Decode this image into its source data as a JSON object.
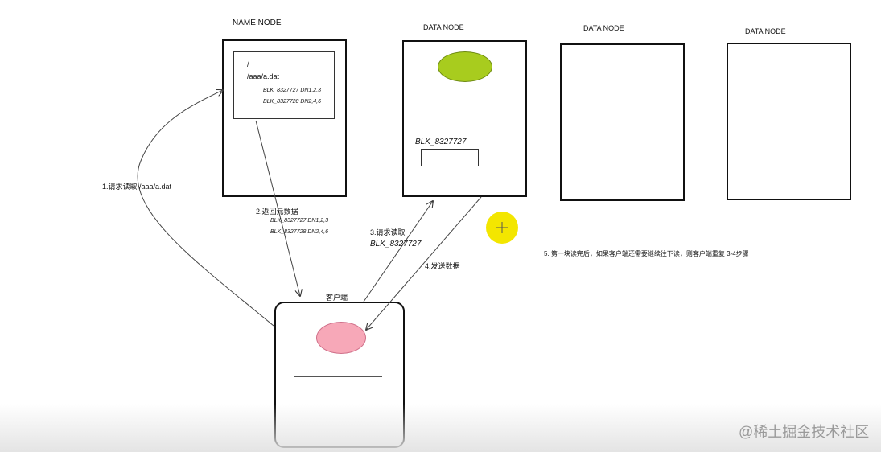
{
  "name_node": {
    "title": "NAME  NODE",
    "root": "/",
    "file": "/aaa/a.dat",
    "block1": "BLK_8327727 DN1,2,3",
    "block2": "BLK_8327728 DN2,4,6"
  },
  "data_nodes": [
    {
      "title": "DATA NODE",
      "block_label": "BLK_8327727"
    },
    {
      "title": "DATA NODE"
    },
    {
      "title": "DATA NODE"
    }
  ],
  "client": {
    "title": "客户端"
  },
  "steps": {
    "step1": "1.请求读取 /aaa/a.dat",
    "step2_title": "2.返回元数据",
    "step2_line1": "BLK_8327727 DN1,2,3",
    "step2_line2": "BLK_8327728 DN2,4,6",
    "step3_title": "3.请求读取",
    "step3_block": "BLK_8327727",
    "step4": "4.发送数据",
    "step5": "5. 第一块读完后，如果客户端还需要继续往下读，则客户端重复 3-4步骤"
  },
  "watermark": "@稀土掘金技术社区",
  "colors": {
    "data_block": "#a8cc1e",
    "client_block": "#f7a8b8",
    "cursor_highlight": "#f3e600"
  },
  "icons": {
    "cursor": "crosshair-cursor-icon"
  }
}
